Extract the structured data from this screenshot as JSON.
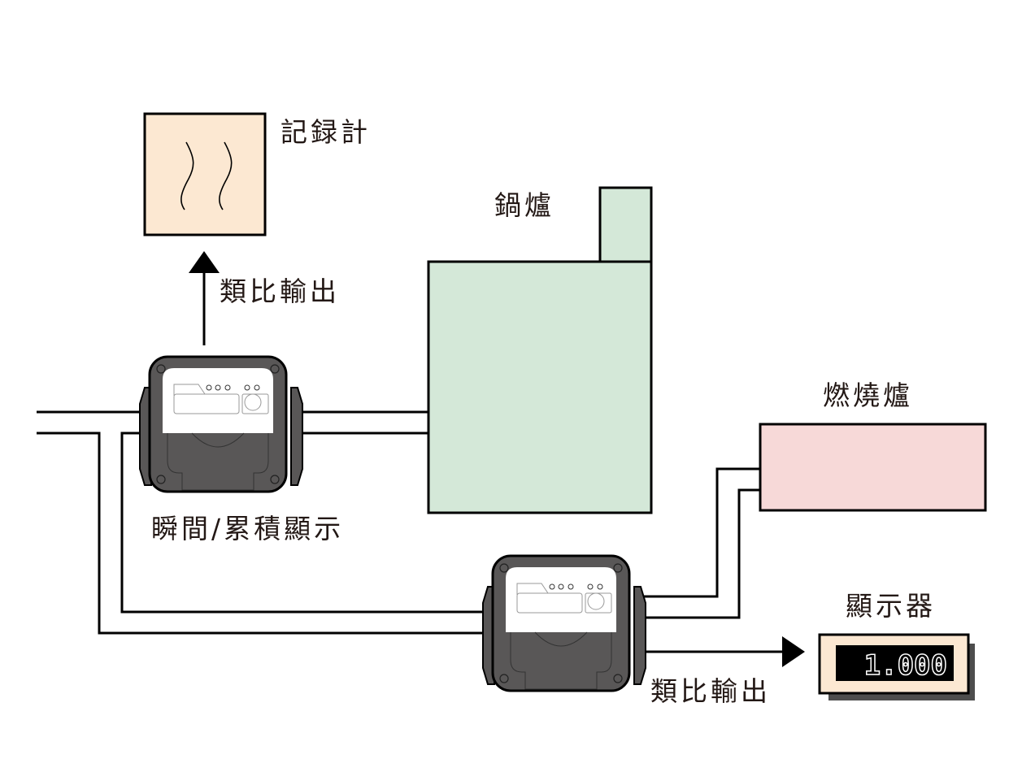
{
  "diagram": {
    "labels": {
      "recorder": "記録計",
      "boiler": "鍋爐",
      "combustion_furnace": "燃燒爐",
      "analog_output_1": "類比輸出",
      "analog_output_2": "類比輸出",
      "instant_cumulative_display": "瞬間/累積顯示",
      "display_unit": "顯示器"
    },
    "display_value": "1.000",
    "colors": {
      "recorder_fill": "#fce8d2",
      "boiler_fill": "#d4e8d8",
      "furnace_fill": "#f7d9d8",
      "meter_body": "#595757",
      "meter_face": "#ffffff",
      "display_bezel": "#fce8d2",
      "display_screen": "#000000",
      "line": "#000000",
      "text": "#231815"
    }
  }
}
